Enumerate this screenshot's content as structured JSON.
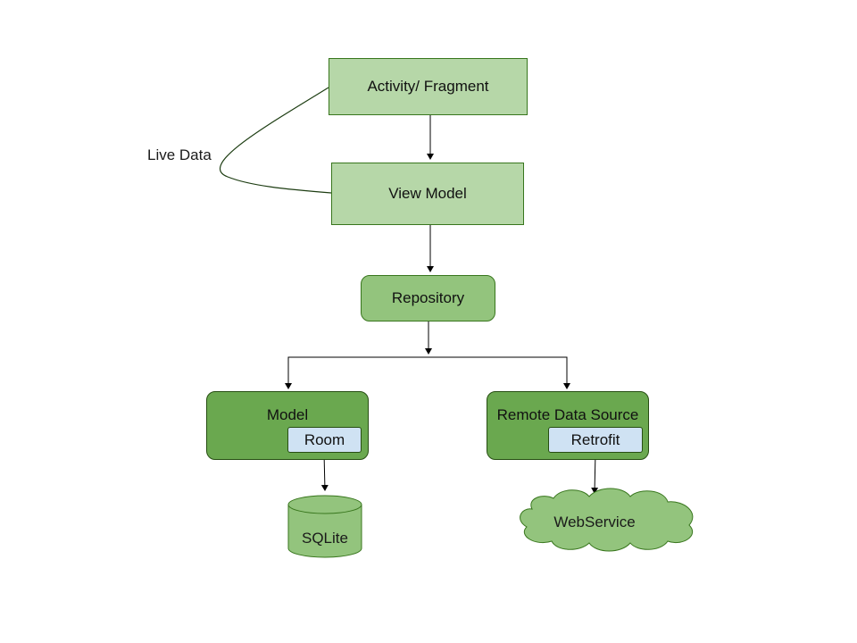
{
  "nodes": {
    "activity_fragment": "Activity/ Fragment",
    "view_model": "View Model",
    "repository": "Repository",
    "model": "Model",
    "room": "Room",
    "remote_data_source": "Remote Data Source",
    "retrofit": "Retrofit",
    "sqlite": "SQLite",
    "webservice": "WebService"
  },
  "edges": {
    "live_data": "Live Data"
  },
  "colors": {
    "light_green": "#b6d7a8",
    "mid_green": "#93c47d",
    "dark_green": "#6aa84f",
    "light_blue": "#cfe2f3",
    "stroke": "#38761d"
  }
}
